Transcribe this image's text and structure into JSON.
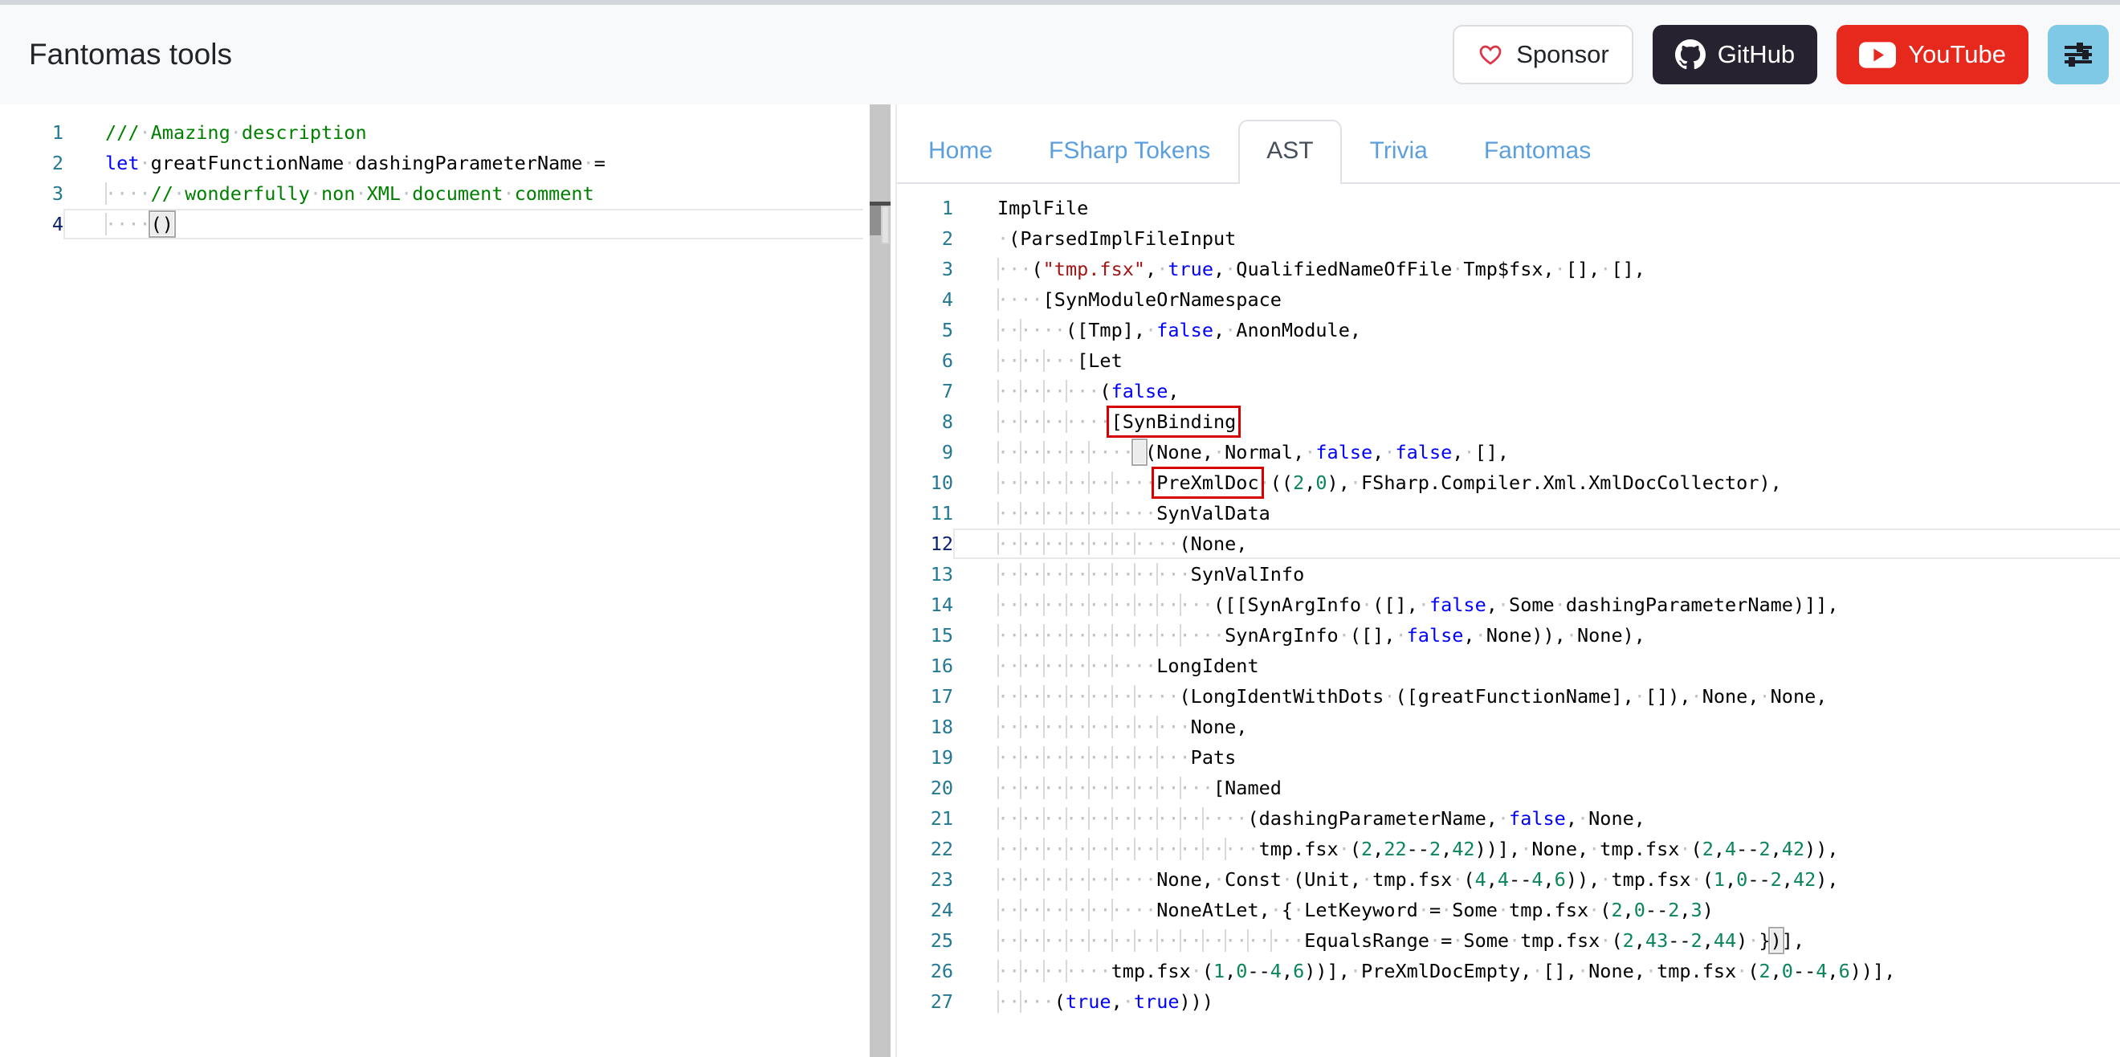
{
  "header": {
    "title": "Fantomas tools",
    "sponsor_label": "Sponsor",
    "github_label": "GitHub",
    "youtube_label": "YouTube"
  },
  "colors": {
    "tab_link": "#5b9fdf",
    "active_tab_text": "#47505a",
    "keyword": "#0000ff",
    "string": "#a31515",
    "number": "#098658",
    "comment": "#008000",
    "line_number": "#237893",
    "active_line_number": "#0b216f",
    "red_highlight_box": "#d60000",
    "sponsor_heart": "#dc3545",
    "github_button": "#262230",
    "youtube_button": "#e7281d",
    "settings_button": "#7fc9e6"
  },
  "tabs": [
    {
      "label": "Home",
      "active": false
    },
    {
      "label": "FSharp Tokens",
      "active": false
    },
    {
      "label": "AST",
      "active": true
    },
    {
      "label": "Trivia",
      "active": false
    },
    {
      "label": "Fantomas",
      "active": false
    }
  ],
  "left_editor": {
    "active_line": 4,
    "lines": [
      {
        "n": 1,
        "indent": 0,
        "tokens": [
          [
            "c",
            "/// Amazing description"
          ]
        ]
      },
      {
        "n": 2,
        "indent": 0,
        "tokens": [
          [
            "k",
            "let"
          ],
          [
            "t",
            " greatFunctionName dashingParameterName ="
          ]
        ]
      },
      {
        "n": 3,
        "indent": 4,
        "tokens": [
          [
            "c",
            "// wonderfully non XML document comment"
          ]
        ]
      },
      {
        "n": 4,
        "indent": 4,
        "tokens": [
          [
            "bm",
            "()"
          ]
        ],
        "cur": true
      }
    ]
  },
  "right_editor": {
    "active_line": 12,
    "lines": [
      {
        "n": 1,
        "indent": 0,
        "tokens": [
          [
            "t",
            "ImplFile"
          ]
        ]
      },
      {
        "n": 2,
        "indent": 1,
        "tokens": [
          [
            "t",
            "(ParsedImplFileInput"
          ]
        ]
      },
      {
        "n": 3,
        "indent": 3,
        "tokens": [
          [
            "t",
            "("
          ],
          [
            "s",
            "\"tmp.fsx\""
          ],
          [
            "t",
            ", "
          ],
          [
            "k",
            "true"
          ],
          [
            "t",
            ", QualifiedNameOfFile Tmp$fsx, [], [],"
          ]
        ]
      },
      {
        "n": 4,
        "indent": 4,
        "tokens": [
          [
            "t",
            "[SynModuleOrNamespace"
          ]
        ]
      },
      {
        "n": 5,
        "indent": 6,
        "tokens": [
          [
            "t",
            "([Tmp], "
          ],
          [
            "k",
            "false"
          ],
          [
            "t",
            ", AnonModule,"
          ]
        ]
      },
      {
        "n": 6,
        "indent": 7,
        "tokens": [
          [
            "t",
            "[Let"
          ]
        ]
      },
      {
        "n": 7,
        "indent": 9,
        "tokens": [
          [
            "t",
            "("
          ],
          [
            "k",
            "false"
          ],
          [
            "t",
            ","
          ]
        ]
      },
      {
        "n": 8,
        "indent": 10,
        "tokens": [
          [
            "rb",
            "[SynBinding"
          ]
        ]
      },
      {
        "n": 9,
        "indent": 12,
        "tokens": [
          [
            "bm",
            " "
          ],
          [
            "t",
            "(None, Normal, "
          ],
          [
            "k",
            "false"
          ],
          [
            "t",
            ", "
          ],
          [
            "k",
            "false"
          ],
          [
            "t",
            ", [],"
          ]
        ]
      },
      {
        "n": 10,
        "indent": 14,
        "tokens": [
          [
            "rb",
            "PreXmlDoc"
          ],
          [
            "t",
            " (("
          ],
          [
            "n",
            "2"
          ],
          [
            "t",
            ","
          ],
          [
            "n",
            "0"
          ],
          [
            "t",
            "), FSharp.Compiler.Xml.XmlDocCollector),"
          ]
        ]
      },
      {
        "n": 11,
        "indent": 14,
        "tokens": [
          [
            "t",
            "SynValData"
          ]
        ]
      },
      {
        "n": 12,
        "indent": 16,
        "tokens": [
          [
            "t",
            "(None,"
          ]
        ],
        "cur": true
      },
      {
        "n": 13,
        "indent": 17,
        "tokens": [
          [
            "t",
            "SynValInfo"
          ]
        ]
      },
      {
        "n": 14,
        "indent": 19,
        "tokens": [
          [
            "t",
            "([[SynArgInfo ([], "
          ],
          [
            "k",
            "false"
          ],
          [
            "t",
            ", Some dashingParameterName)]],"
          ]
        ]
      },
      {
        "n": 15,
        "indent": 20,
        "tokens": [
          [
            "t",
            "SynArgInfo ([], "
          ],
          [
            "k",
            "false"
          ],
          [
            "t",
            ", None)), None),"
          ]
        ]
      },
      {
        "n": 16,
        "indent": 14,
        "tokens": [
          [
            "t",
            "LongIdent"
          ]
        ]
      },
      {
        "n": 17,
        "indent": 16,
        "tokens": [
          [
            "t",
            "(LongIdentWithDots ([greatFunctionName], []), None, None,"
          ]
        ]
      },
      {
        "n": 18,
        "indent": 17,
        "tokens": [
          [
            "t",
            "None,"
          ]
        ]
      },
      {
        "n": 19,
        "indent": 17,
        "tokens": [
          [
            "t",
            "Pats"
          ]
        ]
      },
      {
        "n": 20,
        "indent": 19,
        "tokens": [
          [
            "t",
            "[Named"
          ]
        ]
      },
      {
        "n": 21,
        "indent": 22,
        "tokens": [
          [
            "t",
            "(dashingParameterName, "
          ],
          [
            "k",
            "false"
          ],
          [
            "t",
            ", None,"
          ]
        ]
      },
      {
        "n": 22,
        "indent": 23,
        "tokens": [
          [
            "t",
            "tmp.fsx ("
          ],
          [
            "n",
            "2"
          ],
          [
            "t",
            ","
          ],
          [
            "n",
            "22"
          ],
          [
            "t",
            "--"
          ],
          [
            "n",
            "2"
          ],
          [
            "t",
            ","
          ],
          [
            "n",
            "42"
          ],
          [
            "t",
            "))], None, tmp.fsx ("
          ],
          [
            "n",
            "2"
          ],
          [
            "t",
            ","
          ],
          [
            "n",
            "4"
          ],
          [
            "t",
            "--"
          ],
          [
            "n",
            "2"
          ],
          [
            "t",
            ","
          ],
          [
            "n",
            "42"
          ],
          [
            "t",
            ")),"
          ]
        ]
      },
      {
        "n": 23,
        "indent": 14,
        "tokens": [
          [
            "t",
            "None, Const (Unit, tmp.fsx ("
          ],
          [
            "n",
            "4"
          ],
          [
            "t",
            ","
          ],
          [
            "n",
            "4"
          ],
          [
            "t",
            "--"
          ],
          [
            "n",
            "4"
          ],
          [
            "t",
            ","
          ],
          [
            "n",
            "6"
          ],
          [
            "t",
            ")), tmp.fsx ("
          ],
          [
            "n",
            "1"
          ],
          [
            "t",
            ","
          ],
          [
            "n",
            "0"
          ],
          [
            "t",
            "--"
          ],
          [
            "n",
            "2"
          ],
          [
            "t",
            ","
          ],
          [
            "n",
            "42"
          ],
          [
            "t",
            "),"
          ]
        ]
      },
      {
        "n": 24,
        "indent": 14,
        "tokens": [
          [
            "t",
            "NoneAtLet, { LetKeyword = Some tmp.fsx ("
          ],
          [
            "n",
            "2"
          ],
          [
            "t",
            ","
          ],
          [
            "n",
            "0"
          ],
          [
            "t",
            "--"
          ],
          [
            "n",
            "2"
          ],
          [
            "t",
            ","
          ],
          [
            "n",
            "3"
          ],
          [
            "t",
            ")"
          ]
        ]
      },
      {
        "n": 25,
        "indent": 27,
        "tokens": [
          [
            "t",
            "EqualsRange = Some tmp.fsx ("
          ],
          [
            "n",
            "2"
          ],
          [
            "t",
            ","
          ],
          [
            "n",
            "43"
          ],
          [
            "t",
            "--"
          ],
          [
            "n",
            "2"
          ],
          [
            "t",
            ","
          ],
          [
            "n",
            "44"
          ],
          [
            "t",
            ") }"
          ],
          [
            "bm",
            ")"
          ],
          [
            "t",
            "],"
          ]
        ]
      },
      {
        "n": 26,
        "indent": 10,
        "tokens": [
          [
            "t",
            "tmp.fsx ("
          ],
          [
            "n",
            "1"
          ],
          [
            "t",
            ","
          ],
          [
            "n",
            "0"
          ],
          [
            "t",
            "--"
          ],
          [
            "n",
            "4"
          ],
          [
            "t",
            ","
          ],
          [
            "n",
            "6"
          ],
          [
            "t",
            "))], PreXmlDocEmpty, [], None, tmp.fsx ("
          ],
          [
            "n",
            "2"
          ],
          [
            "t",
            ","
          ],
          [
            "n",
            "0"
          ],
          [
            "t",
            "--"
          ],
          [
            "n",
            "4"
          ],
          [
            "t",
            ","
          ],
          [
            "n",
            "6"
          ],
          [
            "t",
            "))],"
          ]
        ]
      },
      {
        "n": 27,
        "indent": 5,
        "tokens": [
          [
            "t",
            "("
          ],
          [
            "k",
            "true"
          ],
          [
            "t",
            ", "
          ],
          [
            "k",
            "true"
          ],
          [
            "t",
            ")))"
          ]
        ]
      }
    ]
  }
}
